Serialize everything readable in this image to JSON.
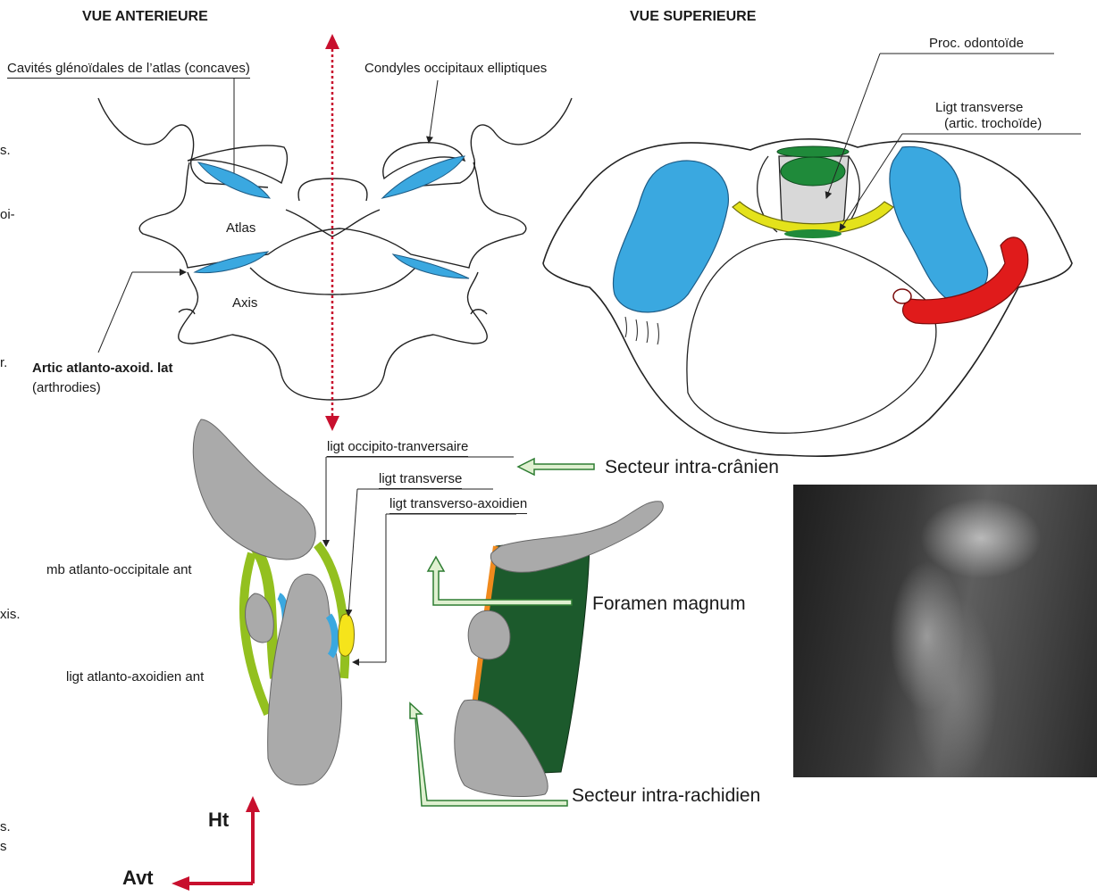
{
  "anterior": {
    "title": "VUE ANTERIEURE",
    "glenoid_label": "Cavités glénoïdales de l’atlas (concaves)",
    "condyles_label": "Condyles occipitaux elliptiques",
    "atlas_label": "Atlas",
    "axis_label": "Axis",
    "artic_label": "Artic atlanto-axoid. lat",
    "artic_sub": "(arthrodies)"
  },
  "superior": {
    "title": "VUE SUPERIEURE",
    "odontoid_label": "Proc. odontoïde",
    "transverse_label": "Ligt transverse",
    "transverse_sub": "(artic. trochoïde)"
  },
  "sagittal": {
    "occ_transv_label": "ligt occipito-tranversaire",
    "transverse_label": "ligt transverse",
    "transv_axoid_label": "ligt transverso-axoidien",
    "mb_label": "mb atlanto-occipitale ant",
    "atl_axoid_label": "ligt atlanto-axoidien ant"
  },
  "sectors": {
    "intracranial": "Secteur intra-crânien",
    "foramen": "Foramen magnum",
    "intrarachidian": "Secteur intra-rachidien"
  },
  "orientation": {
    "up": "Ht",
    "front": "Avt"
  },
  "edge_fragments": [
    "s.",
    "oi-",
    "r.",
    "xis.",
    "s.",
    "s"
  ],
  "colors": {
    "cartilage": "#3aa8e0",
    "ligament_green": "#1f8a3a",
    "ligament_yellow": "#e4e21b",
    "artery": "#e01b1b",
    "bone": "#aaaaaa",
    "membrane": "#93c01f",
    "dura": "#1c5a2c",
    "arrow_red": "#c8102e"
  }
}
